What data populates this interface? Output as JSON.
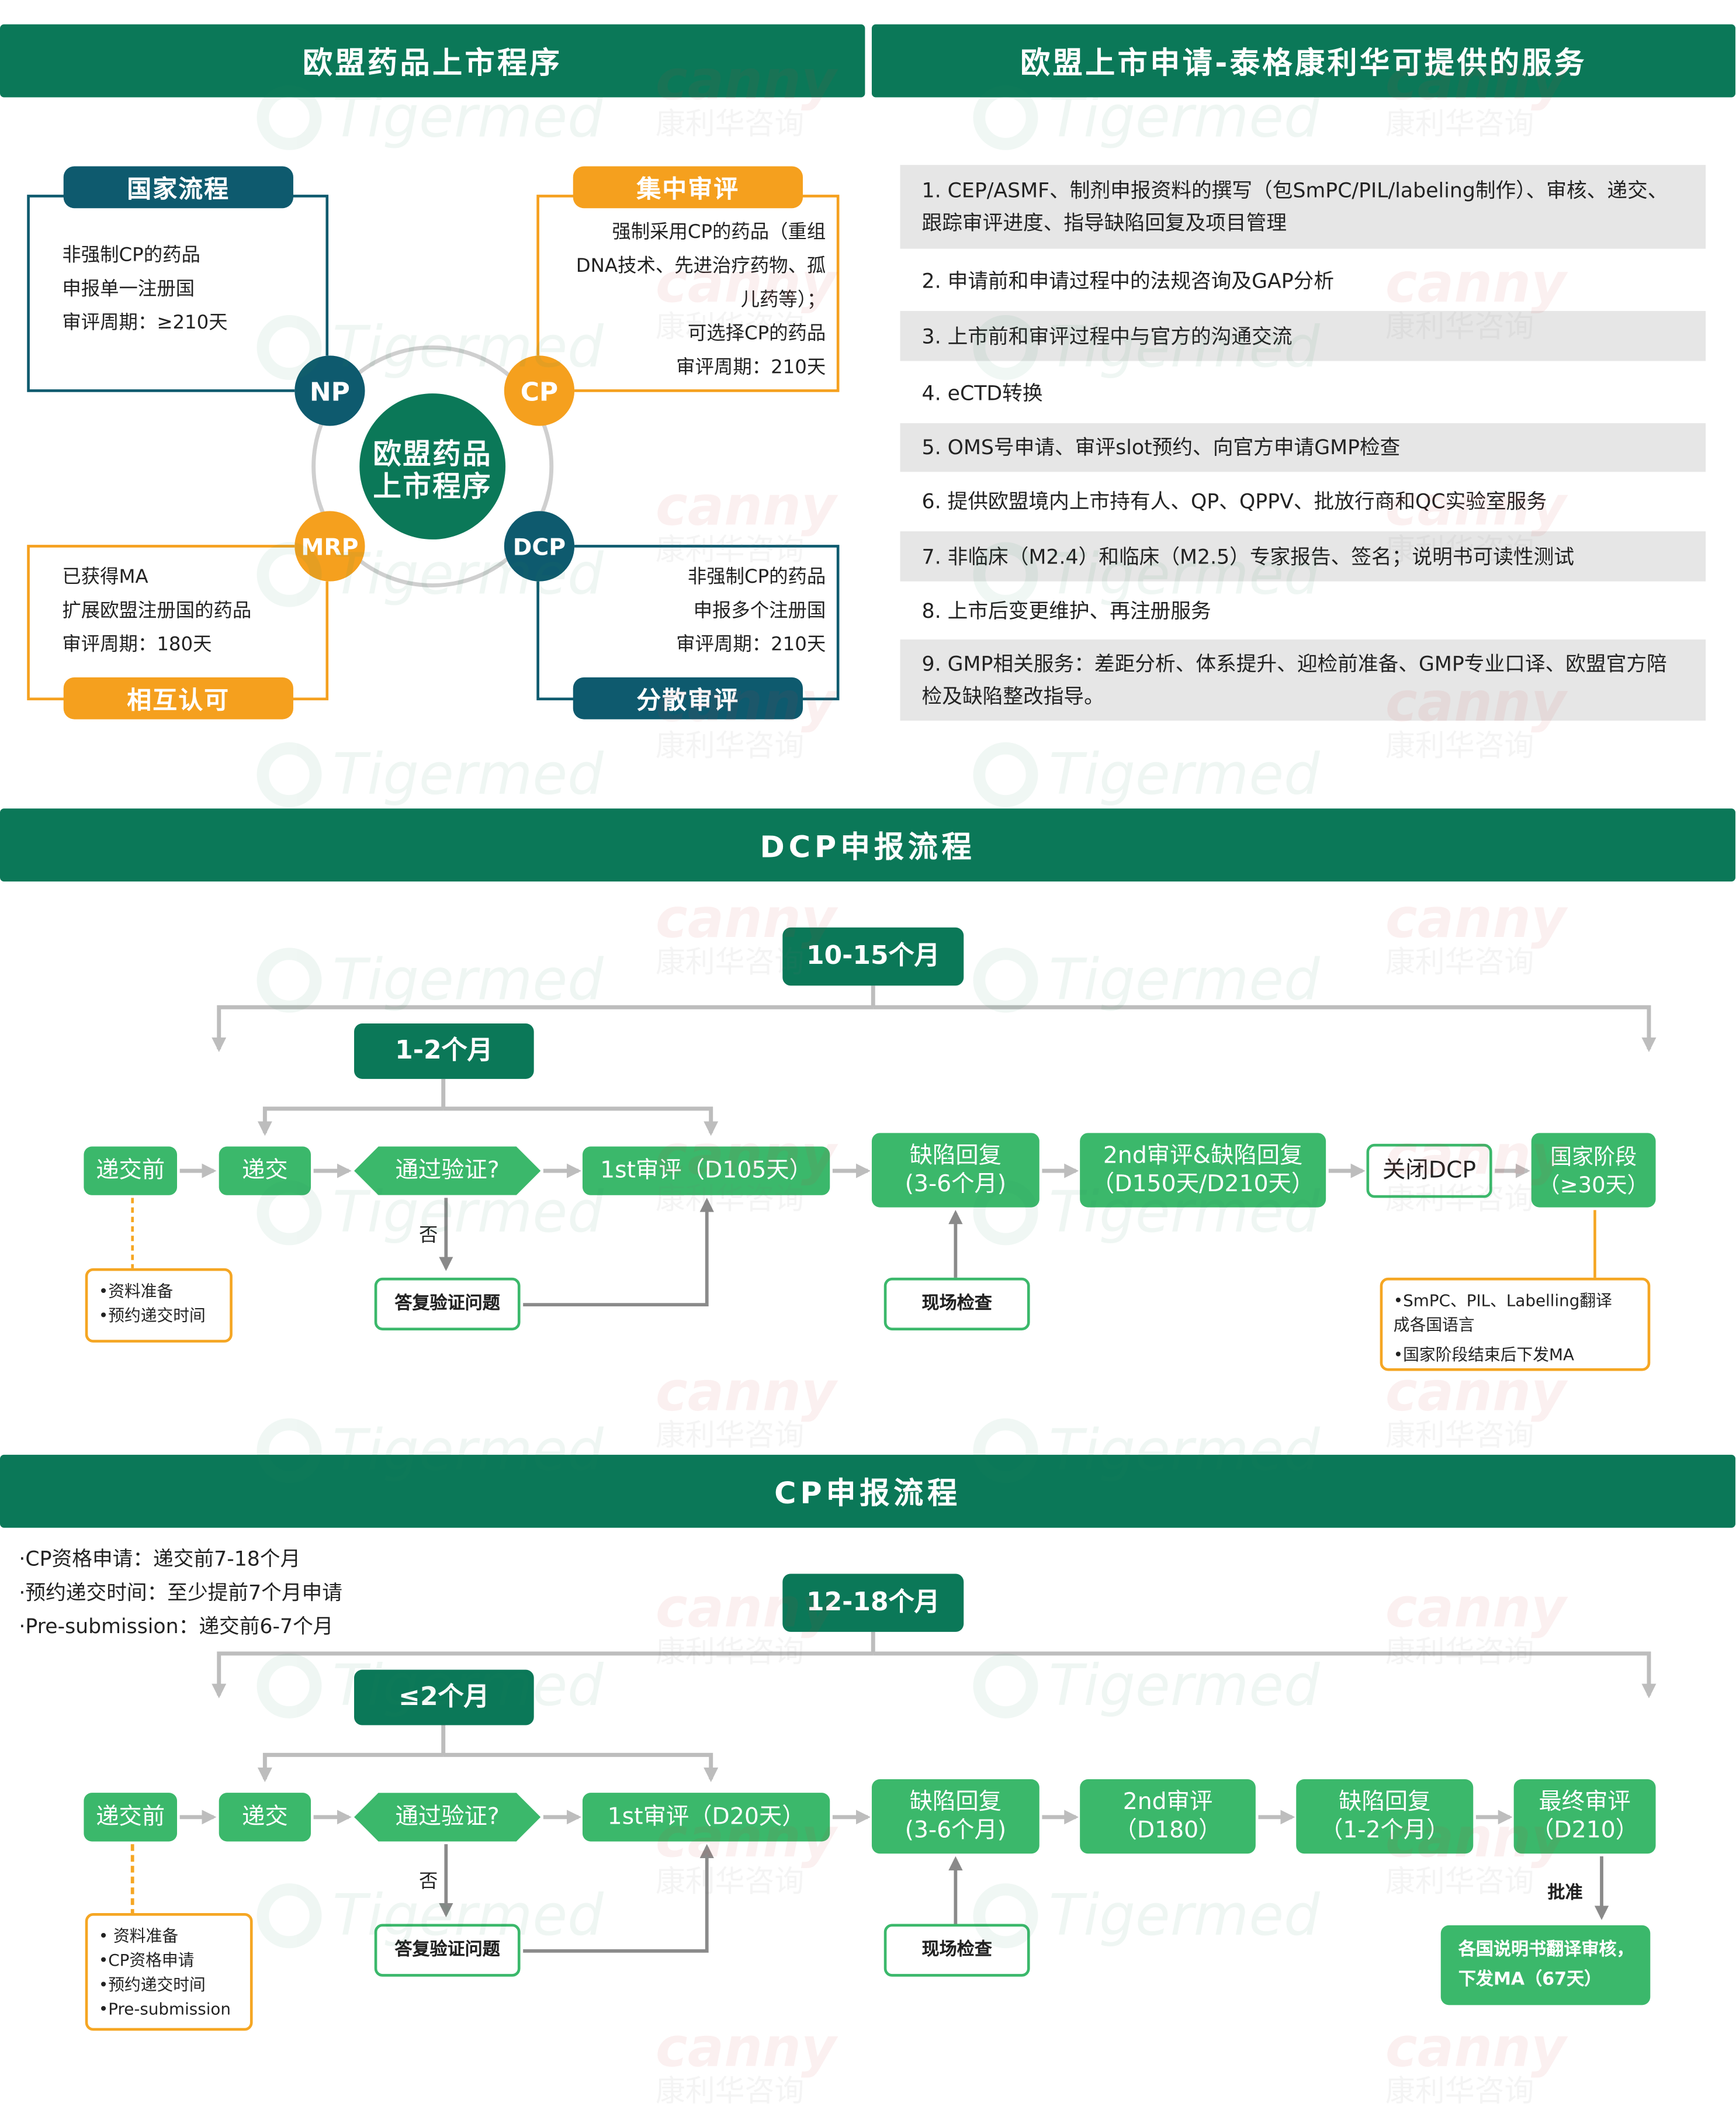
{
  "colors": {
    "dark_green": "#0b7858",
    "green": "#3bb86b",
    "teal": "#0e5a6e",
    "orange": "#f5a01e",
    "line_gray": "#bdbdbd",
    "row_gray": "#e6e6e6"
  },
  "watermark": {
    "logo_text": "Tigermed",
    "brand": "canny",
    "brand_cn": "康利华咨询"
  },
  "procedures": {
    "header": "欧盟药品上市程序",
    "center_lines": [
      "欧盟药品",
      "上市程序"
    ],
    "np": {
      "badge": "NP",
      "tag": "国家流程",
      "lines": [
        "非强制CP的药品",
        "申报单一注册国",
        "审评周期：≥210天"
      ]
    },
    "cp": {
      "badge": "CP",
      "tag": "集中审评",
      "lines": [
        "强制采用CP的药品（重组",
        "DNA技术、先进治疗药物、孤",
        "儿药等）；",
        "可选择CP的药品",
        "审评周期：210天"
      ]
    },
    "mrp": {
      "badge": "MRP",
      "tag": "相互认可",
      "lines": [
        "已获得MA",
        "扩展欧盟注册国的药品",
        "审评周期：180天"
      ]
    },
    "dcp": {
      "badge": "DCP",
      "tag": "分散审评",
      "lines": [
        "非强制CP的药品",
        "申报多个注册国",
        "审评周期：210天"
      ]
    }
  },
  "services": {
    "header": "欧盟上市申请-泰格康利华可提供的服务",
    "items": [
      [
        "1.  CEP/ASMF、制剂申报资料的撰写（包SmPC/PIL/labeling制作）、审核、递交、",
        "跟踪审评进度、指导缺陷回复及项目管理"
      ],
      [
        "2. 申请前和申请过程中的法规咨询及GAP分析"
      ],
      [
        "3. 上市前和审评过程中与官方的沟通交流"
      ],
      [
        "4.  eCTD转换"
      ],
      [
        "5. OMS号申请、审评slot预约、向官方申请GMP检查"
      ],
      [
        "6. 提供欧盟境内上市持有人、QP、QPPV、批放行商和QC实验室服务"
      ],
      [
        "7. 非临床（M2.4）和临床（M2.5）专家报告、签名；说明书可读性测试"
      ],
      [
        "8. 上市后变更维护、再注册服务"
      ],
      [
        "9. GMP相关服务：差距分析、体系提升、迎检前准备、GMP专业口译、欧盟官方陪",
        "检及缺陷整改指导。"
      ]
    ]
  },
  "dcp_flow": {
    "header": "DCP申报流程",
    "total_duration": "10-15个月",
    "validation_phase": "1-2个月",
    "steps": {
      "pre_submission": "递交前",
      "submission": "递交",
      "validation": "通过验证?",
      "first_review": "1st审评（D105天）",
      "deficiency_response": [
        "缺陷回复",
        "(3-6个月)"
      ],
      "second_review": [
        "2nd审评&缺陷回复",
        "（D150天/D210天）"
      ],
      "close": "关闭DCP",
      "national_phase": [
        "国家阶段",
        "（≥30天）"
      ]
    },
    "no_label": "否",
    "validation_reply": "答复验证问题",
    "inspection": "现场检查",
    "pre_notes": [
      "•资料准备",
      "•预约递交时间"
    ],
    "national_notes": [
      "•SmPC、PIL、Labelling翻译",
      "成各国语言",
      "•国家阶段结束后下发MA"
    ]
  },
  "cp_flow": {
    "header": "CP申报流程",
    "notes": [
      "·CP资格申请：递交前7-18个月",
      "·预约递交时间：至少提前7个月申请",
      "·Pre-submission：递交前6-7个月"
    ],
    "total_duration": "12-18个月",
    "validation_phase": "≤2个月",
    "steps": {
      "pre_submission": "递交前",
      "submission": "递交",
      "validation": "通过验证?",
      "first_review": "1st审评（D20天）",
      "deficiency_response": [
        "缺陷回复",
        "(3-6个月)"
      ],
      "second_review": [
        "2nd审评",
        "（D180）"
      ],
      "second_deficiency_response": [
        "缺陷回复",
        "（1-2个月）"
      ],
      "final_review": [
        "最终审评",
        "（D210）"
      ]
    },
    "no_label": "否",
    "validation_reply": "答复验证问题",
    "inspection": "现场检查",
    "approval_label": "批准",
    "approval_outcome": [
      "各国说明书翻译审核，",
      "下发MA（67天）"
    ],
    "pre_notes": [
      "• 资料准备",
      "•CP资格申请",
      "•预约递交时间",
      "•Pre-submission"
    ]
  }
}
